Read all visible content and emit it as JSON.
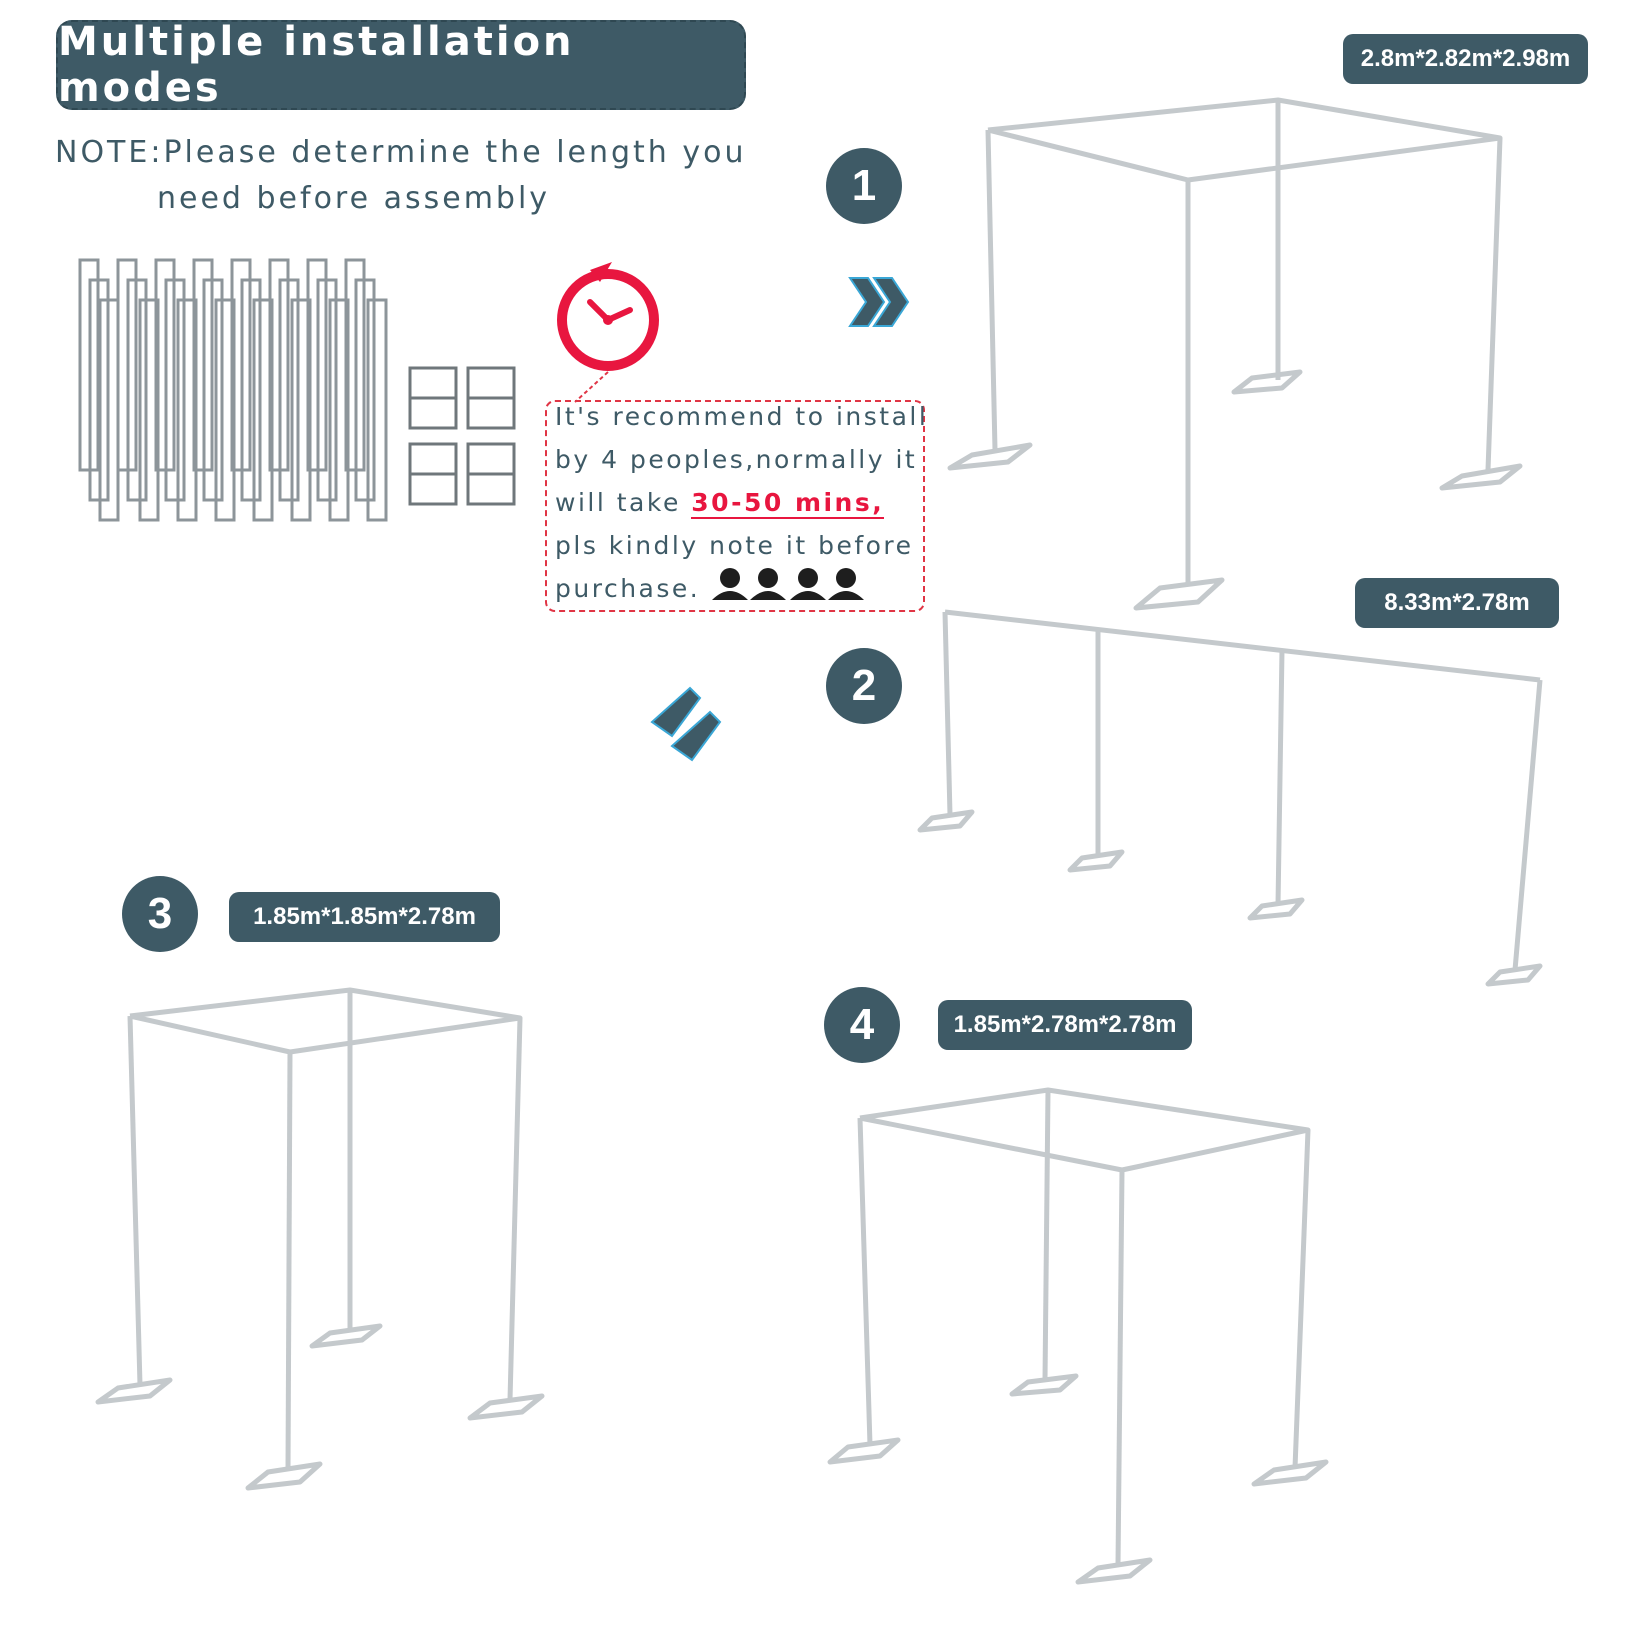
{
  "header": {
    "title": "Multiple installation modes"
  },
  "note": {
    "line1": "NOTE:Please determine the length you",
    "line2": "need before assembly"
  },
  "tip": {
    "line1": "It's recommend to install",
    "line2": "by 4 peoples,normally it",
    "line3_prefix": "will take ",
    "line3_highlight": "30-50 mins,",
    "line4": "pls kindly note it before",
    "line5": "purchase."
  },
  "modes": [
    {
      "number": "1",
      "size": "2.8m*2.82m*2.98m"
    },
    {
      "number": "2",
      "size": "8.33m*2.78m"
    },
    {
      "number": "3",
      "size": "1.85m*1.85m*2.78m"
    },
    {
      "number": "4",
      "size": "1.85m*2.78m*2.78m"
    }
  ],
  "icons": [
    "clock-icon",
    "people-icon",
    "chevron-double-right-icon",
    "chevron-double-down-icon"
  ],
  "colors": {
    "accent": "#3e5a66",
    "highlight": "#e8163f",
    "frame": "#c8ccce"
  }
}
